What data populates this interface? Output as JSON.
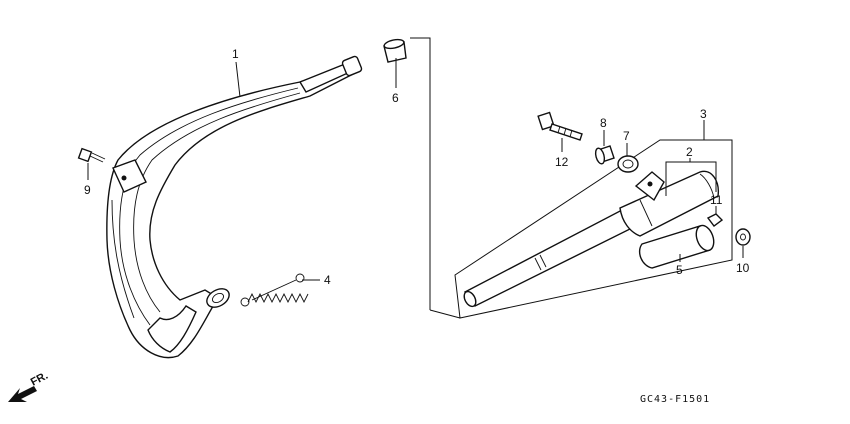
{
  "diagram": {
    "callouts": [
      {
        "id": "1",
        "text": "1"
      },
      {
        "id": "2",
        "text": "2"
      },
      {
        "id": "3",
        "text": "3"
      },
      {
        "id": "4",
        "text": "4"
      },
      {
        "id": "5",
        "text": "5"
      },
      {
        "id": "6",
        "text": "6"
      },
      {
        "id": "7",
        "text": "7"
      },
      {
        "id": "8",
        "text": "8"
      },
      {
        "id": "9",
        "text": "9"
      },
      {
        "id": "10",
        "text": "10"
      },
      {
        "id": "11",
        "text": "11"
      },
      {
        "id": "12",
        "text": "12"
      }
    ],
    "direction_label": "FR.",
    "drawing_code": "GC43-F1501"
  }
}
